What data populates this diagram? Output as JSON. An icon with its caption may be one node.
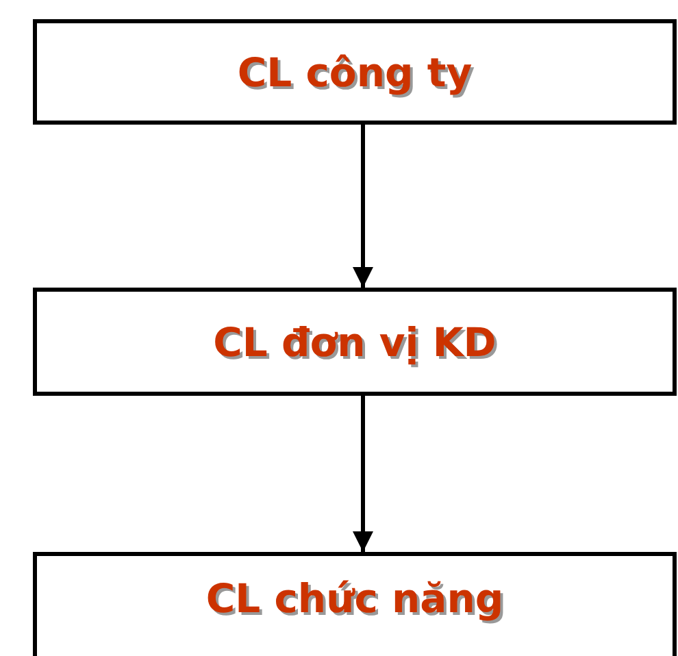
{
  "diagram": {
    "nodes": [
      {
        "text": [
          "CL công ty"
        ]
      },
      {
        "text": [
          "CL đơn vị KD"
        ]
      },
      {
        "text": [
          "CL chức năng"
        ]
      }
    ],
    "edges": [
      {
        "from": 0,
        "to": 1,
        "arrow": "to"
      },
      {
        "from": 1,
        "to": 2,
        "arrow": "to"
      }
    ]
  }
}
